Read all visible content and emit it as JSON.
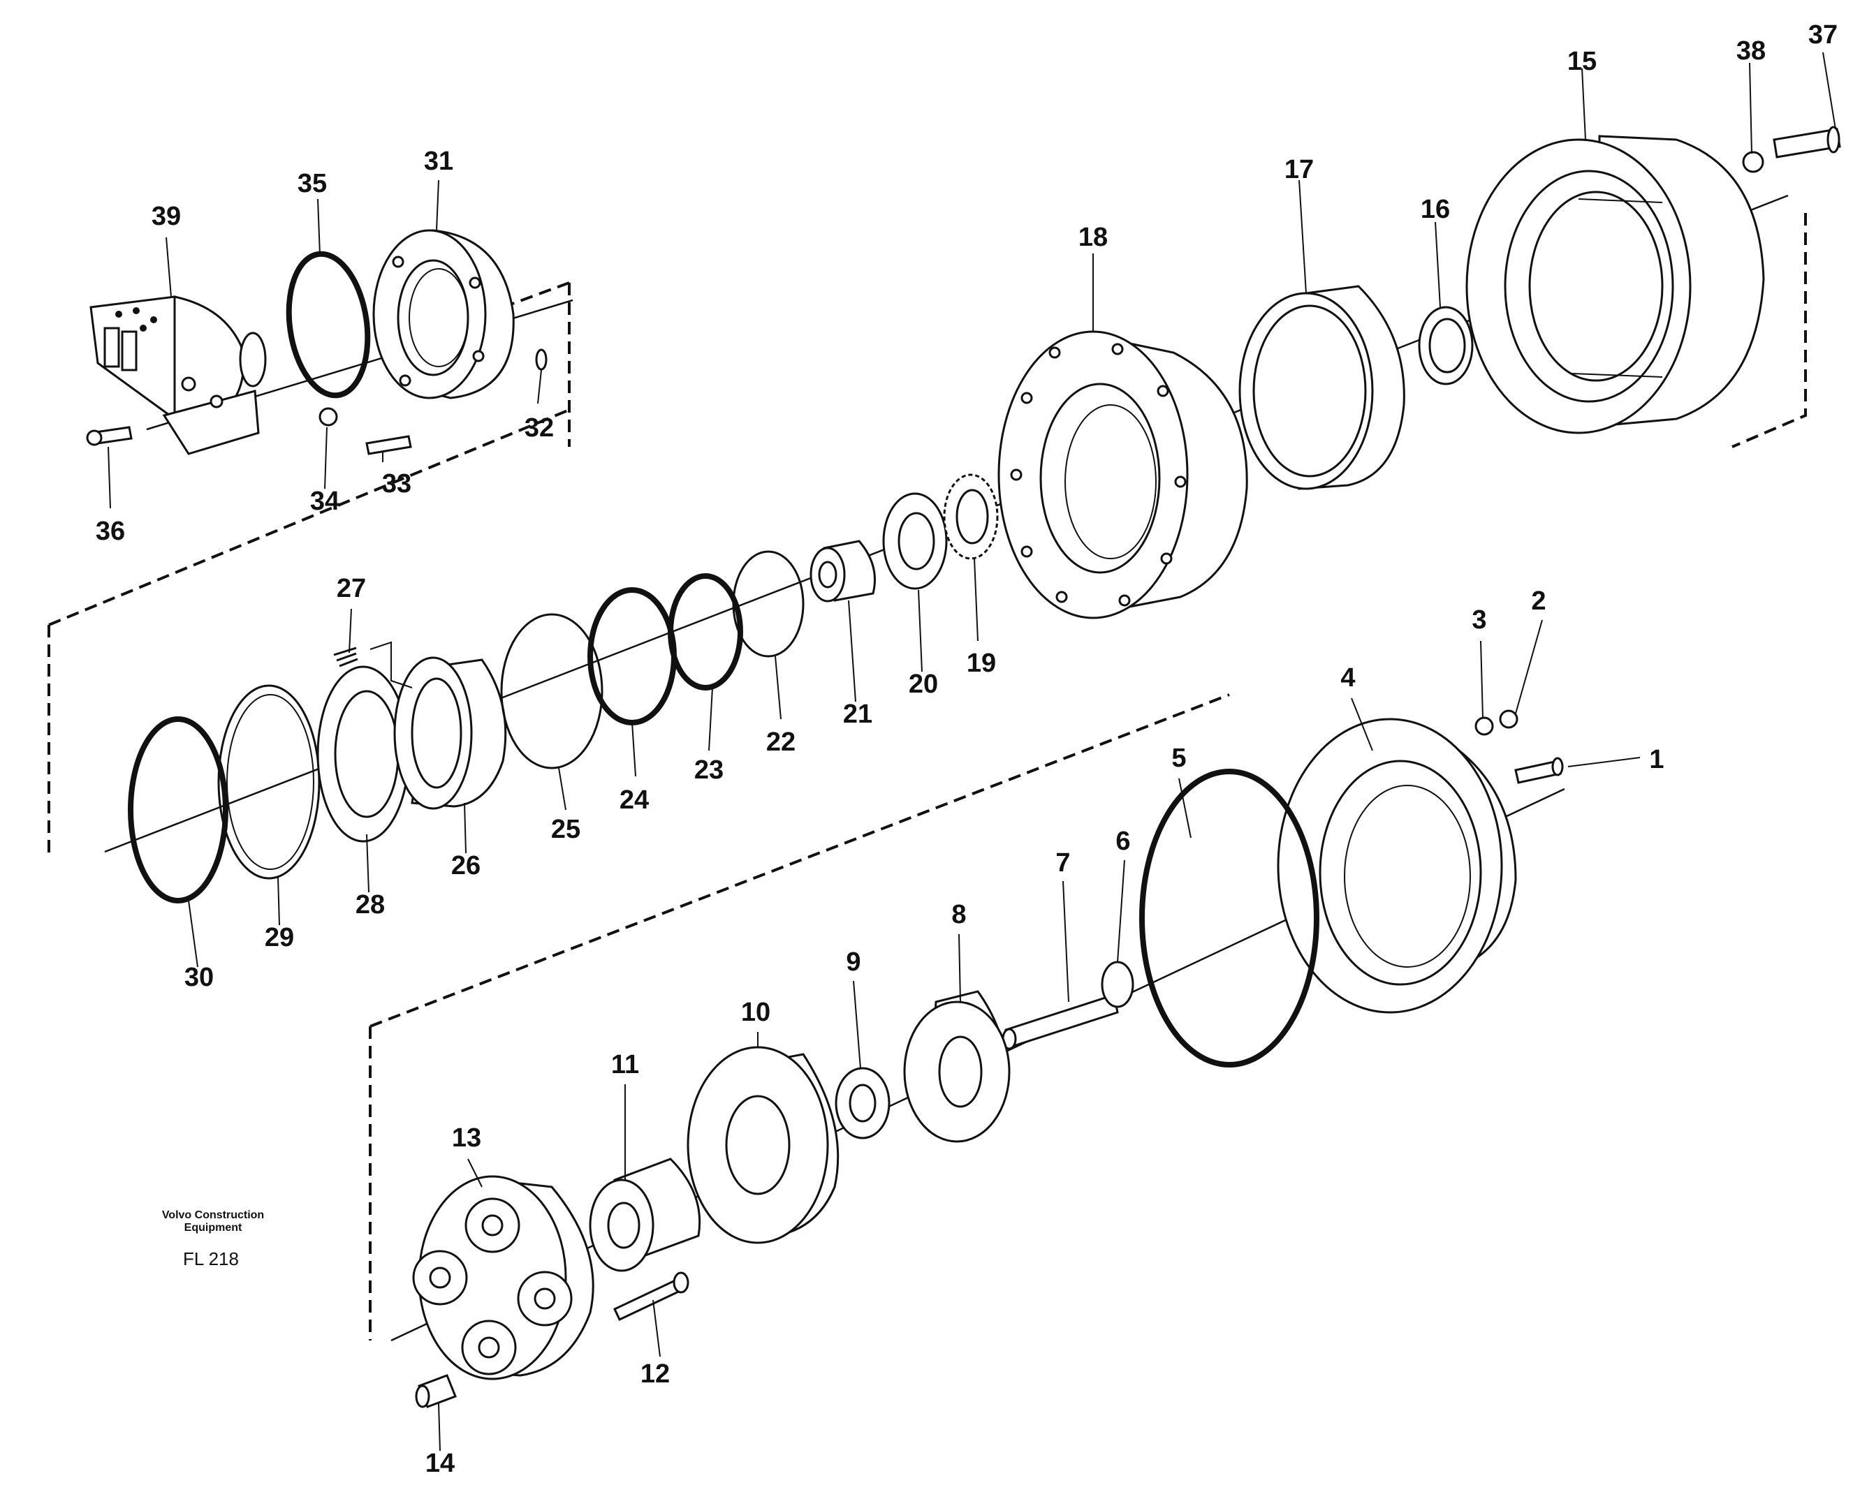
{
  "caption": {
    "line1": "Volvo Construction",
    "line2": "Equipment",
    "code": "FL 218"
  },
  "callouts": [
    "1",
    "2",
    "3",
    "4",
    "5",
    "6",
    "7",
    "8",
    "9",
    "10",
    "11",
    "12",
    "13",
    "14",
    "15",
    "16",
    "17",
    "18",
    "19",
    "20",
    "21",
    "22",
    "23",
    "24",
    "25",
    "26",
    "27",
    "28",
    "29",
    "30",
    "31",
    "32",
    "33",
    "34",
    "35",
    "36",
    "37",
    "38",
    "39"
  ],
  "colors": {
    "ink": "#111111",
    "paper": "#ffffff"
  }
}
